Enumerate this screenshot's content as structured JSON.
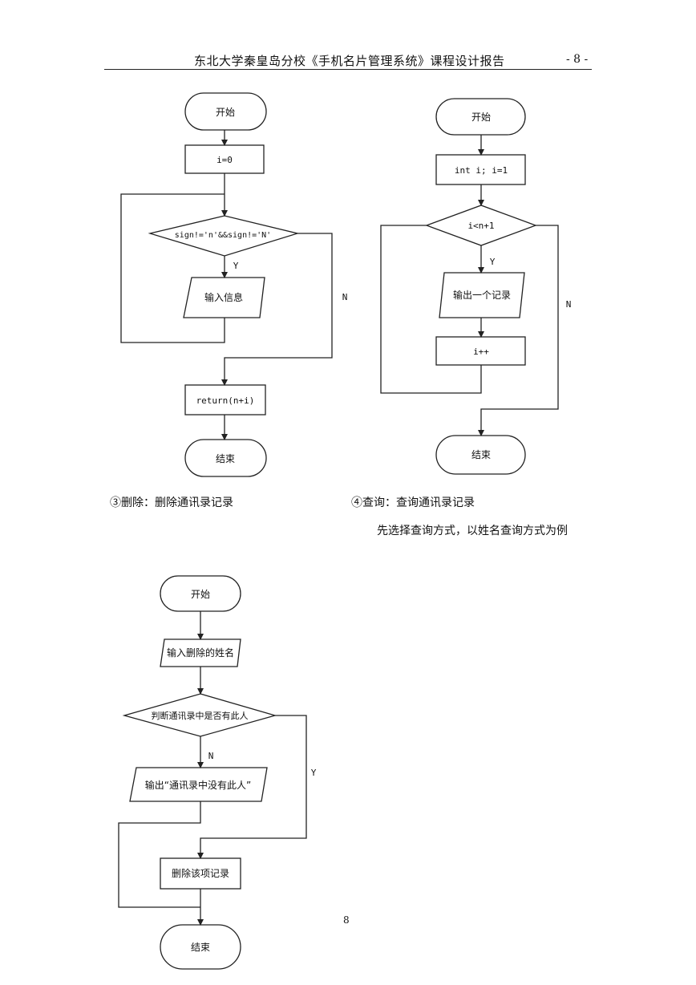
{
  "header": {
    "title": "东北大学秦皇岛分校《手机名片管理系统》课程设计报告",
    "page": "- 8 -"
  },
  "flowchart_add": {
    "start": "开始",
    "init": "i=0",
    "condition": "sign!='n'&&sign!='N'",
    "yes": "Y",
    "no": "N",
    "input": "输入信息",
    "return": "return(n+i)",
    "end": "结束"
  },
  "flowchart_query": {
    "start": "开始",
    "init": "int i; i=1",
    "condition": "i<n+1",
    "yes": "Y",
    "no": "N",
    "output": "输出一个记录",
    "increment": "i++",
    "end": "结束"
  },
  "captions": {
    "delete": "③删除：删除通讯录记录",
    "query": "④查询：查询通讯录记录",
    "query_note": "先选择查询方式，以姓名查询方式为例"
  },
  "flowchart_delete": {
    "start": "开始",
    "input": "输入删除的姓名",
    "condition": "判断通讯录中是否有此人",
    "no": "N",
    "yes": "Y",
    "output": "输出“通讯录中没有此人”",
    "delete_action": "删除该项记录",
    "end": "结束"
  },
  "footer": {
    "page_number": "8"
  }
}
